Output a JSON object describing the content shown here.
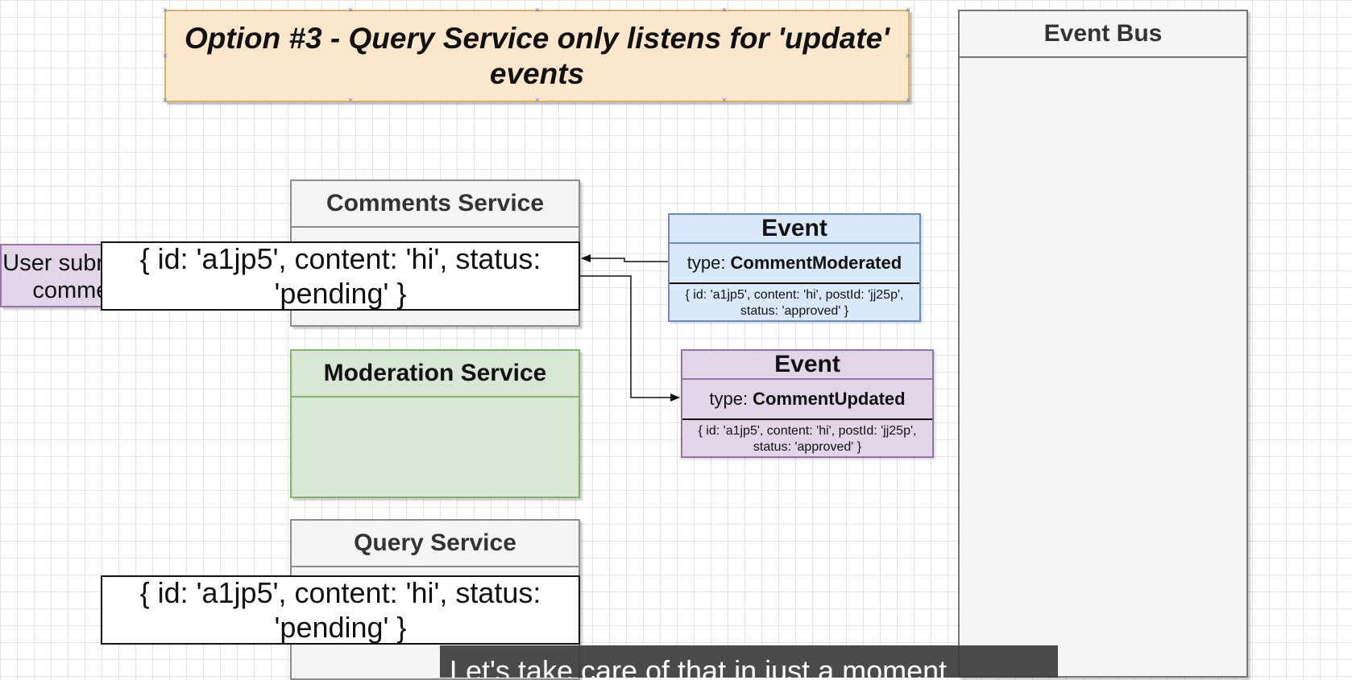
{
  "title": "Option #3 - Query Service only listens for 'update' events",
  "event_bus": {
    "label": "Event Bus"
  },
  "services": {
    "comments": "Comments Service",
    "moderation": "Moderation Service",
    "query": "Query Service"
  },
  "user_note": "User submits a comment",
  "data_boxes": {
    "comments_record": "{ id: 'a1jp5', content: 'hi', status: 'pending' }",
    "query_record": "{ id: 'a1jp5', content: 'hi', status: 'pending' }"
  },
  "events": [
    {
      "header": "Event",
      "type_label": "type:",
      "type_value": "CommentModerated",
      "payload": "{ id: 'a1jp5', content: 'hi', postId: 'jj25p', status: 'approved' }"
    },
    {
      "header": "Event",
      "type_label": "type:",
      "type_value": "CommentUpdated",
      "payload": "{ id: 'a1jp5', content: 'hi', postId: 'jj25p', status: 'approved' }"
    }
  ],
  "caption": "Let's take care of that in just a moment"
}
